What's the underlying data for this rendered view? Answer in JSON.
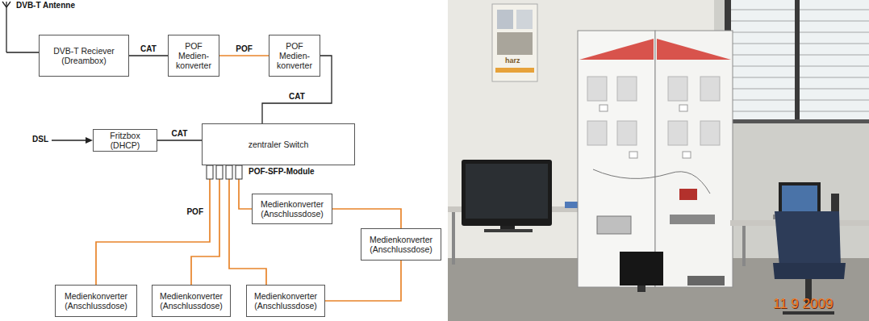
{
  "diagram": {
    "nodes": [
      {
        "text": [
          "DVB-T Reciever (Dreambox)"
        ]
      },
      {
        "text": [
          "POF Medien- konverter"
        ]
      },
      {
        "text": [
          "POF Medien- konverter"
        ]
      },
      {
        "text": [
          "Fritzbox (DHCP)"
        ]
      },
      {
        "text": [
          "zentraler Switch"
        ]
      },
      {
        "text": [
          "Medienkonverter (Anschlussdose)"
        ]
      },
      {
        "text": [
          "Medienkonverter (Anschlussdose)"
        ]
      },
      {
        "text": [
          "Medienkonverter (Anschlussdose)"
        ]
      },
      {
        "text": [
          "Medienkonverter (Anschlussdose)"
        ]
      },
      {
        "text": [
          "Medienkonverter (Anschlussdose)"
        ]
      }
    ],
    "edges": [
      {
        "from": 0,
        "to": 1,
        "arrow": "none",
        "label": "CAT"
      },
      {
        "from": 1,
        "to": 2,
        "arrow": "none",
        "label": "POF"
      },
      {
        "from": 2,
        "to": 4,
        "arrow": "none",
        "label": "CAT"
      },
      {
        "from": 3,
        "to": 4,
        "arrow": "none",
        "label": "CAT"
      },
      {
        "from": 4,
        "to": 7,
        "arrow": "none",
        "label": "POF"
      },
      {
        "from": 4,
        "to": 8,
        "arrow": "none"
      },
      {
        "from": 4,
        "to": 9,
        "arrow": "none"
      },
      {
        "from": 4,
        "to": 5,
        "arrow": "none"
      },
      {
        "from": 5,
        "to": 6,
        "arrow": "none"
      },
      {
        "from": 6,
        "to": 9,
        "arrow": "none"
      }
    ],
    "labels": [
      "DVB-T Antenne",
      "DSL",
      "POF-SFP-Module",
      "harz",
      "11 9 2009"
    ]
  }
}
